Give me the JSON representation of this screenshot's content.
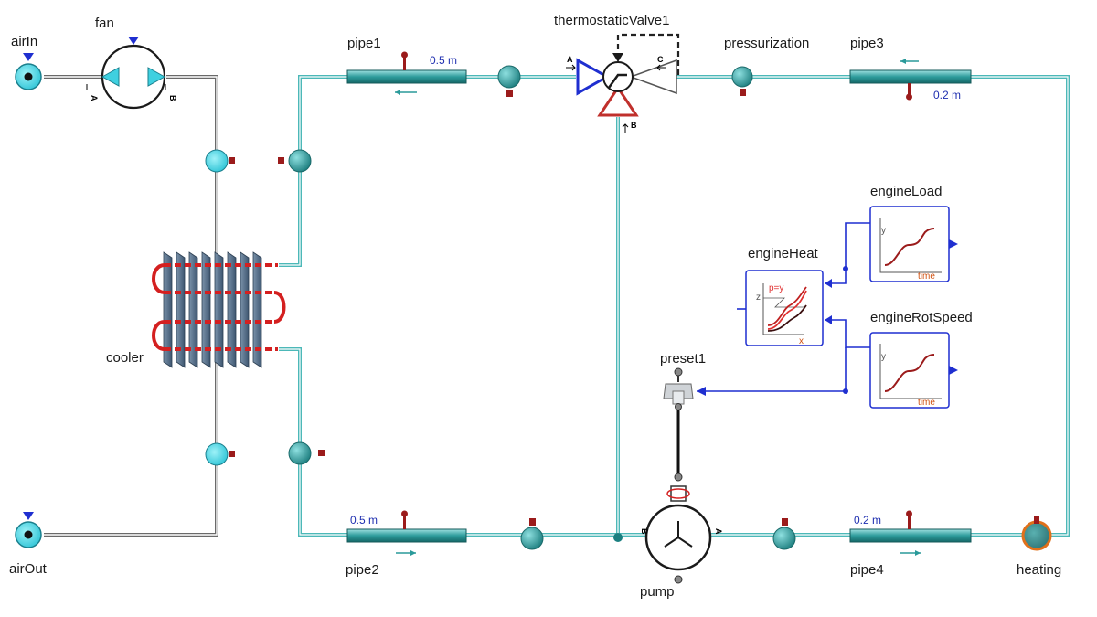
{
  "components": {
    "airIn": "airIn",
    "fan": "fan",
    "airOut": "airOut",
    "cooler": "cooler",
    "pipe1": "pipe1",
    "pipe2": "pipe2",
    "pipe3": "pipe3",
    "pipe4": "pipe4",
    "thermostaticValve": "thermostaticValve1",
    "pressurization": "pressurization",
    "heating": "heating",
    "pump": "pump",
    "preset": "preset1",
    "engineLoad": "engineLoad",
    "engineHeat": "engineHeat",
    "engineRotSpeed": "engineRotSpeed"
  },
  "dimensions": {
    "pipe1": "0.5 m",
    "pipe2": "0.5 m",
    "pipe3": "0.2 m",
    "pipe4": "0.2 m"
  },
  "ports": {
    "fan_a": "A",
    "fan_b": "B",
    "valve_a": "A",
    "valve_b": "B",
    "valve_c": "C",
    "pump_a": "A",
    "pump_b": "B"
  },
  "icon_text": {
    "time": "time",
    "y": "y",
    "z": "z",
    "x": "x",
    "eq": "p=y"
  },
  "colors": {
    "pipe": "#4cb8b8",
    "junction": "#2a9a9a",
    "air_port": "#3fd0e0",
    "signal": "#1f2fd0",
    "heat_port": "#9b1b1b",
    "cooler_tube": "#d42020",
    "cooler_fin": "#4d6680"
  }
}
